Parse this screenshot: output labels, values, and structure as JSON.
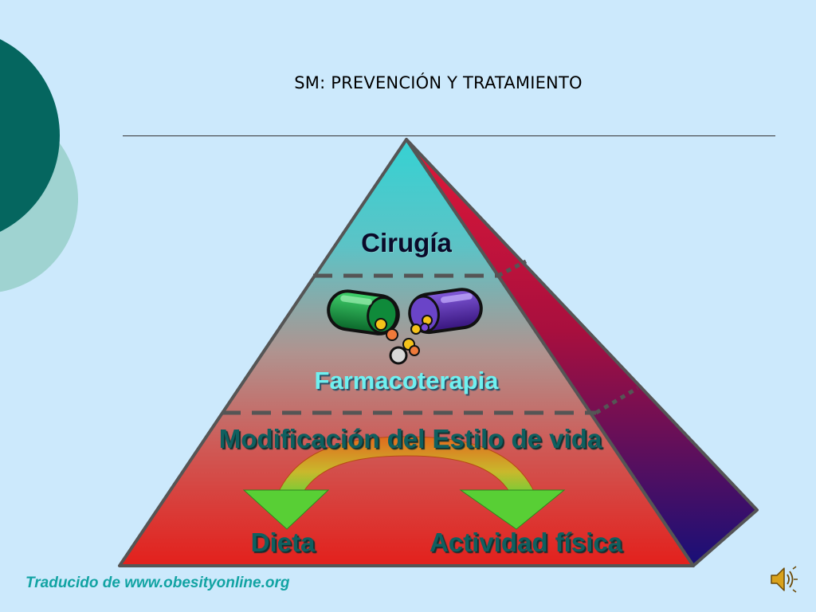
{
  "title": "SM: PREVENCIÓN Y TRATAMIENTO",
  "pyramid": {
    "top_label": "Cirugía",
    "middle_label": "Farmacoterapia",
    "base_heading": "Modificación del Estilo de vida",
    "base_left_label": "Dieta",
    "base_right_label": "Actividad física"
  },
  "footer": {
    "credit": "Traducido de www.obesityonline.org"
  },
  "icons": {
    "pills": "pill-capsules-icon",
    "arrows": "curved-arrows-icon",
    "speaker": "speaker-icon"
  },
  "colors": {
    "background": "#cce9fc",
    "pyramid_top": "#3ecfd0",
    "pyramid_bottom": "#e3201c",
    "pyramid_side_top": "#d01030",
    "pyramid_side_bottom": "#1c1470",
    "deco_dark": "#05665f",
    "deco_light": "#9fd3d1",
    "footer_text": "#12a3a3"
  }
}
